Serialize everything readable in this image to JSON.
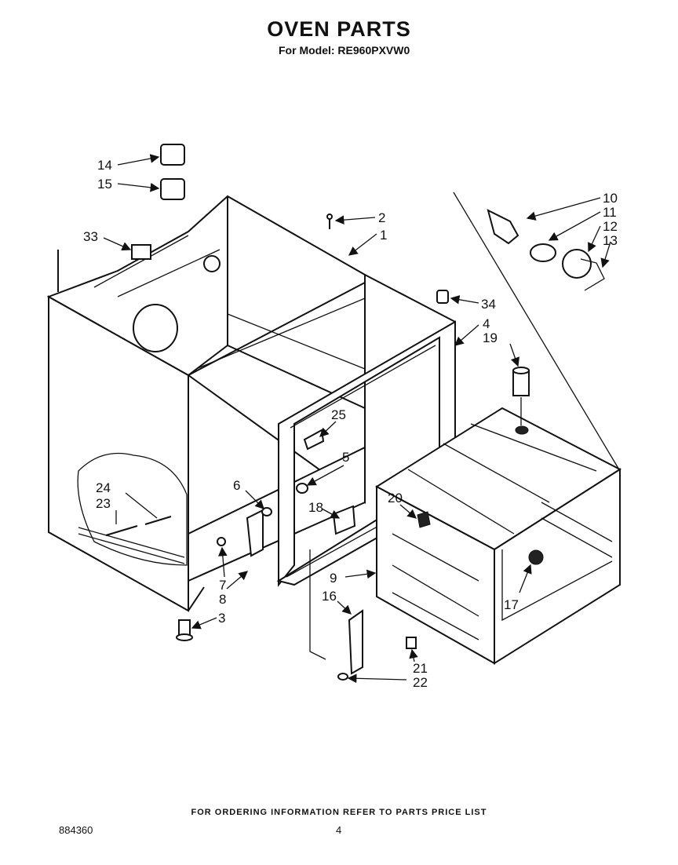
{
  "header": {
    "title": "OVEN PARTS",
    "model_line": "For Model: RE960PXVW0"
  },
  "callouts": [
    "1",
    "2",
    "3",
    "4",
    "5",
    "6",
    "7",
    "8",
    "9",
    "10",
    "11",
    "12",
    "13",
    "14",
    "15",
    "16",
    "17",
    "18",
    "19",
    "20",
    "21",
    "22",
    "23",
    "24",
    "25",
    "33",
    "34"
  ],
  "footer": {
    "ordering_note": "FOR ORDERING INFORMATION REFER TO PARTS PRICE LIST",
    "diagram_id": "884360",
    "page_number": "4"
  }
}
